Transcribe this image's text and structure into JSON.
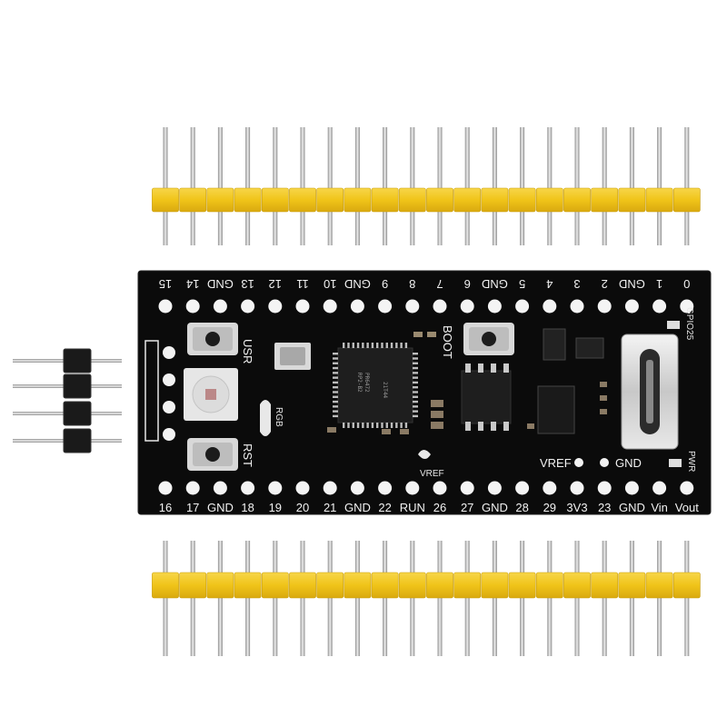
{
  "board": {
    "top_pins": [
      "15",
      "14",
      "GND",
      "13",
      "12",
      "11",
      "10",
      "GND",
      "9",
      "8",
      "7",
      "6",
      "GND",
      "5",
      "4",
      "3",
      "2",
      "GND",
      "1",
      "0"
    ],
    "bottom_pins": [
      "16",
      "17",
      "GND",
      "18",
      "19",
      "20",
      "21",
      "GND",
      "22",
      "RUN",
      "26",
      "27",
      "GND",
      "28",
      "29",
      "3V3",
      "23",
      "GND",
      "Vin",
      "Vout"
    ],
    "labels": {
      "usr": "USR",
      "rst": "RST",
      "boot": "BOOT",
      "rgb": "RGB",
      "gpio25": "GPIO25",
      "pwr": "PWR",
      "vref_left": "VREF",
      "vref_right": "VREF",
      "gnd_right": "GND"
    },
    "mcu_text": [
      "RP2-B2",
      "PR6472",
      "21T44"
    ]
  },
  "colors": {
    "pcb": "#0b0b0b",
    "header_plastic": "#f0c419",
    "black_header": "#1a1a1a",
    "pin_metal": "#c9c9c9"
  }
}
